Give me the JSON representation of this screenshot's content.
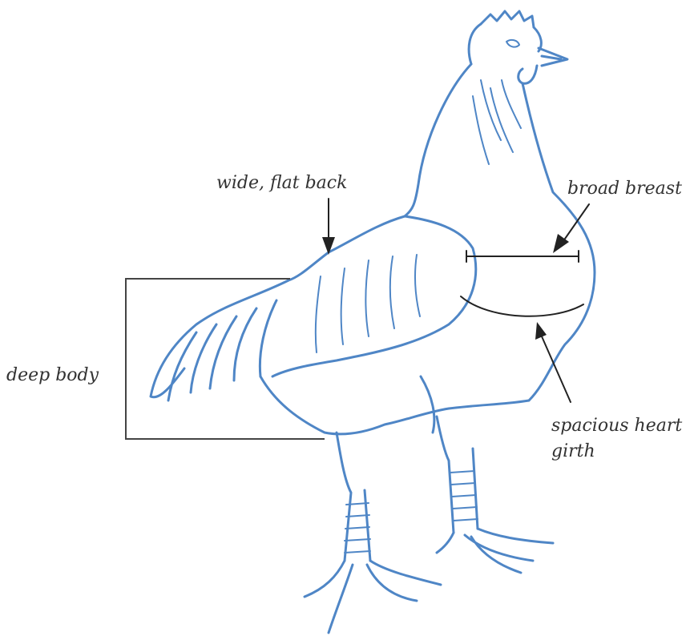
{
  "labels": {
    "back": "wide, flat back",
    "breast": "broad breast",
    "body": "deep body",
    "girth_line1": "spacious heart",
    "girth_line2": "girth"
  },
  "colors": {
    "outline": "#4f86c6",
    "annotation": "#222222",
    "text": "#333333"
  }
}
